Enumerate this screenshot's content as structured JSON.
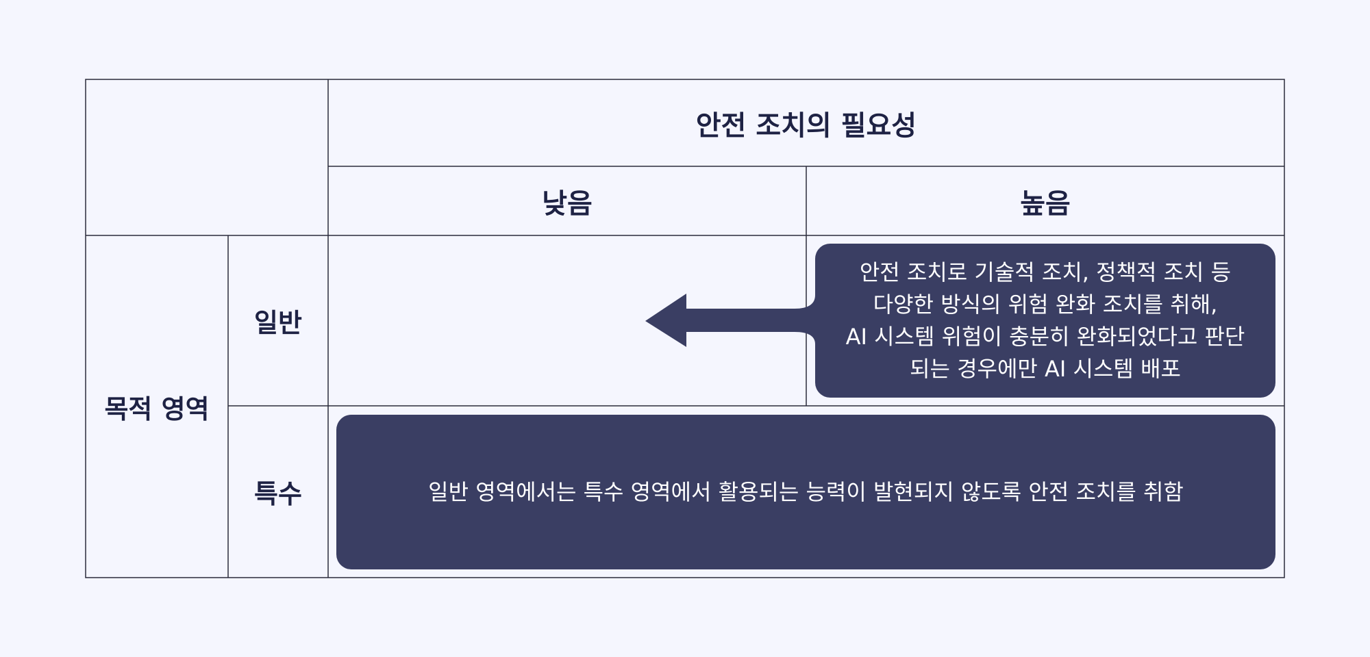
{
  "table": {
    "header_main": "안전 조치의 필요성",
    "col_low": "낮음",
    "col_high": "높음",
    "row_group": "목적 영역",
    "row_general": "일반",
    "row_special": "특수"
  },
  "boxes": {
    "high_general": "안전 조치로 기술적 조치, 정책적 조치 등\n다양한 방식의 위험 완화 조치를 취해,\nAI 시스템 위험이 충분히 완화되었다고 판단\n되는 경우에만 AI 시스템 배포",
    "special": "일반 영역에서는 특수 영역에서 활용되는 능력이 발현되지 않도록 안전 조치를 취함"
  },
  "colors": {
    "background": "#f5f6fe",
    "box_fill": "#3a3e63",
    "grid_line": "#2b2b3a",
    "text_dark": "#1e2244",
    "text_light": "#ffffff"
  },
  "icons": {
    "arrow": "arrow-left-icon"
  }
}
